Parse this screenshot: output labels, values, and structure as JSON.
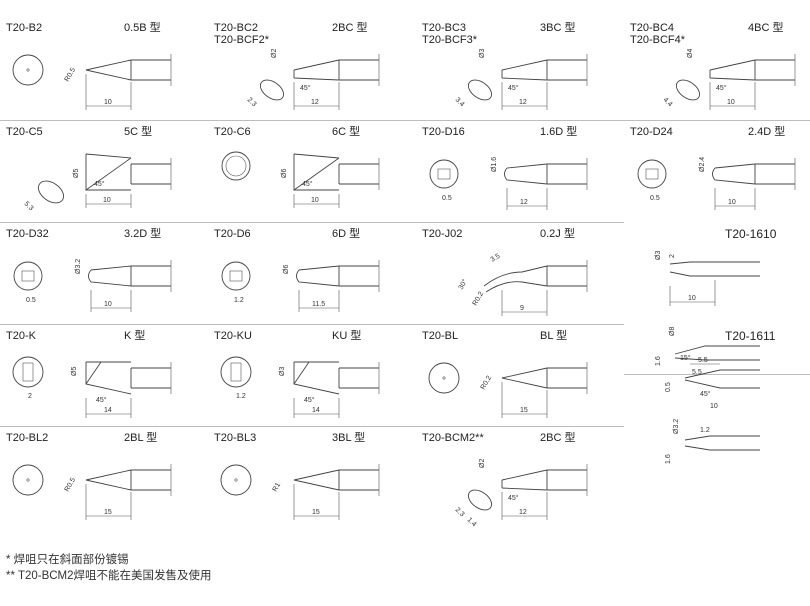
{
  "tips": [
    {
      "model": "T20-B2",
      "type": "0.5B 型",
      "dims": [
        "R0.5",
        "10"
      ]
    },
    {
      "model": "T20-BC2\nT20-BCF2*",
      "type": "2BC 型",
      "dims": [
        "Ø2",
        "2.3",
        "45°",
        "12"
      ]
    },
    {
      "model": "T20-BC3\nT20-BCF3*",
      "type": "3BC 型",
      "dims": [
        "Ø3",
        "3.4",
        "45°",
        "12"
      ]
    },
    {
      "model": "T20-BC4\nT20-BCF4*",
      "type": "4BC 型",
      "dims": [
        "Ø4",
        "4.4",
        "45°",
        "10"
      ]
    },
    {
      "model": "T20-C5",
      "type": "5C 型",
      "dims": [
        "Ø5",
        "5.3",
        "45°",
        "10"
      ]
    },
    {
      "model": "T20-C6",
      "type": "6C 型",
      "dims": [
        "Ø6",
        "45°",
        "10"
      ]
    },
    {
      "model": "T20-D16",
      "type": "1.6D 型",
      "dims": [
        "Ø1.6",
        "0.5",
        "12"
      ]
    },
    {
      "model": "T20-D24",
      "type": "2.4D 型",
      "dims": [
        "Ø2.4",
        "0.5",
        "10"
      ]
    },
    {
      "model": "T20-D32",
      "type": "3.2D 型",
      "dims": [
        "Ø3.2",
        "0.5",
        "10"
      ]
    },
    {
      "model": "T20-D6",
      "type": "6D 型",
      "dims": [
        "Ø6",
        "1.2",
        "11.5"
      ]
    },
    {
      "model": "T20-J02",
      "type": "0.2J 型",
      "dims": [
        "3.5",
        "30°",
        "R0.2",
        "9"
      ]
    },
    {
      "model": "T20-1610",
      "type": "",
      "dims": [
        "Ø3",
        "2",
        "10",
        "Ø8",
        "1.6",
        "15°",
        "5.5"
      ]
    },
    {
      "model": "T20-K",
      "type": "K 型",
      "dims": [
        "Ø5",
        "2",
        "45°",
        "14"
      ]
    },
    {
      "model": "T20-KU",
      "type": "KU 型",
      "dims": [
        "Ø3",
        "1.2",
        "45°",
        "14"
      ]
    },
    {
      "model": "T20-BL",
      "type": "BL 型",
      "dims": [
        "R0.2",
        "15"
      ]
    },
    {
      "model": "T20-1611",
      "type": "",
      "dims": [
        "5.5",
        "0.5",
        "45°",
        "10",
        "Ø3.2",
        "1.2",
        "1.6"
      ]
    },
    {
      "model": "T20-BL2",
      "type": "2BL 型",
      "dims": [
        "R0.5",
        "15"
      ]
    },
    {
      "model": "T20-BL3",
      "type": "3BL 型",
      "dims": [
        "R1",
        "15"
      ]
    },
    {
      "model": "T20-BCM2**",
      "type": "2BC 型",
      "dims": [
        "Ø2",
        "2.3",
        "1.4",
        "45°",
        "12"
      ]
    }
  ],
  "notes": [
    "* 焊咀只在斜面部份镀锡",
    "** T20-BCM2焊咀不能在美国发售及使用"
  ]
}
